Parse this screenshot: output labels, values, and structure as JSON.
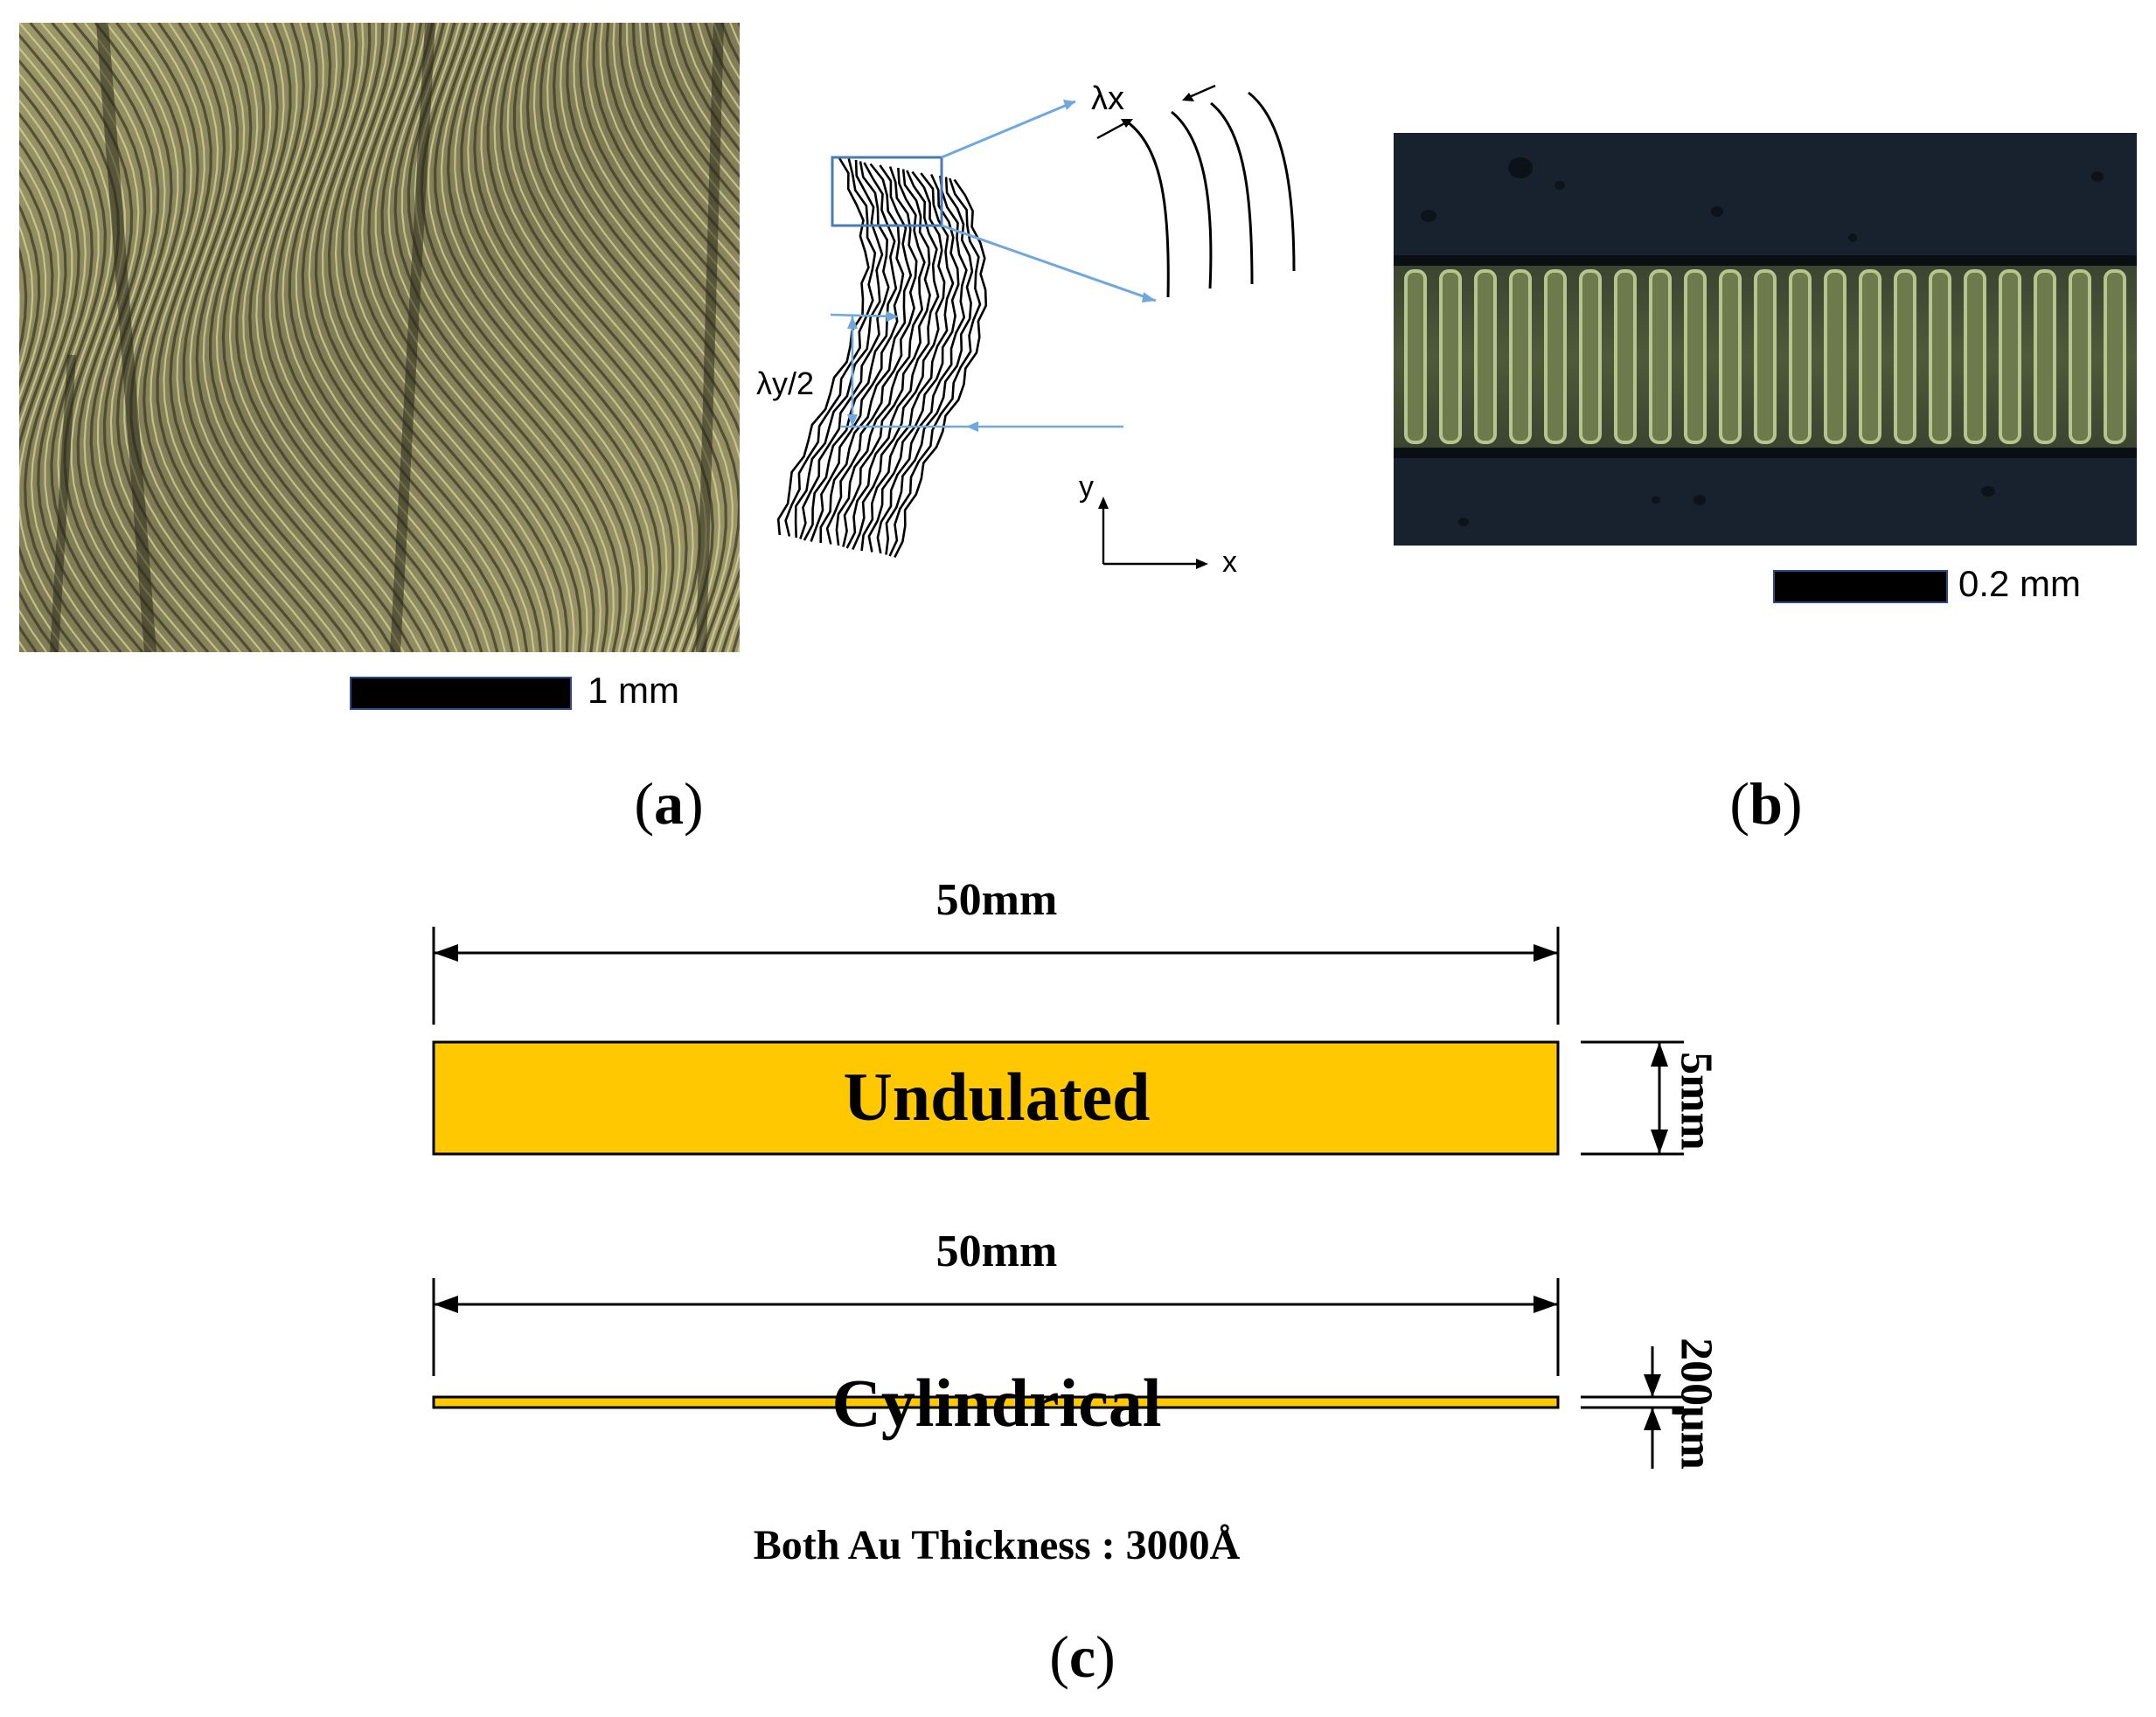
{
  "panel_a": {
    "label_open": "(",
    "label_letter": "a",
    "label_close": ")",
    "scale_bar_label": "1 mm",
    "schematic": {
      "lambda_x_label": "λx",
      "lambda_y_label": "λy/2",
      "axis_y_label": "y",
      "axis_x_label": "x"
    },
    "colors": {
      "micrograph_base": "#8a8560",
      "fringe_dark": "#3c3a26",
      "fringe_light": "#d9d49a",
      "annotation_blue": "#6fa8dc"
    }
  },
  "panel_b": {
    "label_open": "(",
    "label_letter": "b",
    "label_close": ")",
    "scale_bar_label": "0.2 mm",
    "colors": {
      "background": "#15202b",
      "band": "#6d7a4c",
      "ridge_light": "#b8c48f"
    }
  },
  "panel_c": {
    "label_open": "(",
    "label_letter": "c",
    "label_close": ")",
    "undulated": {
      "width_label": "50mm",
      "height_label": "5mm",
      "name": "Undulated"
    },
    "cylindrical": {
      "width_label": "50mm",
      "height_label": "200μm",
      "name": "Cylindrical"
    },
    "note": "Both Au Thickness : 3000Å",
    "colors": {
      "gold": "#ffc800",
      "outline": "#000000"
    }
  }
}
